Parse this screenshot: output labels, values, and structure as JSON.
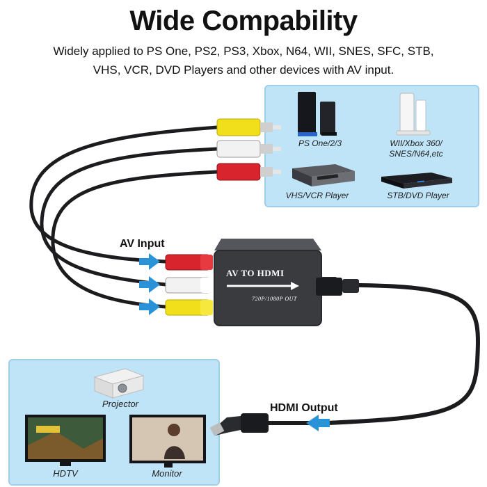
{
  "header": {
    "title": "Wide Compability",
    "subtitle_line1": "Widely applied to PS One, PS2, PS3, Xbox, N64, WII, SNES, SFC, STB,",
    "subtitle_line2": "VHS, VCR, DVD Players and other devices with AV input."
  },
  "source_devices": {
    "ps": "PS One/2/3",
    "wii_line1": "WII/Xbox 360/",
    "wii_line2": "SNES/N64,etc",
    "vhs": "VHS/VCR Player",
    "stb": "STB/DVD Player"
  },
  "converter": {
    "label": "AV TO HDMI",
    "sublabel": "720P/1080P OUT"
  },
  "callouts": {
    "av_input": "AV Input",
    "hdmi_output": "HDMI Output"
  },
  "display_devices": {
    "projector": "Projector",
    "hdtv": "HDTV",
    "monitor": "Monitor"
  },
  "colors": {
    "panel": "#bfe3f7",
    "rca_yellow": "#f1df1c",
    "rca_white": "#f2f2f2",
    "rca_red": "#d8242c",
    "arrow_blue": "#2a93d8",
    "converter_body": "#3a3b3f"
  }
}
